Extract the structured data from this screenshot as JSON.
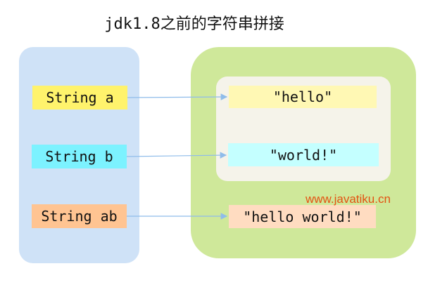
{
  "title": "jdk1.8之前的字符串拼接",
  "variables": [
    {
      "label": "String a"
    },
    {
      "label": "String b"
    },
    {
      "label": "String ab"
    }
  ],
  "values": [
    {
      "label": "\"hello\""
    },
    {
      "label": "\"world!\""
    },
    {
      "label": "\"hello world!\""
    }
  ],
  "watermark": "www.javatiku.cn",
  "colors": {
    "stack_panel": "#cfe2f7",
    "heap_panel": "#cfe89a",
    "string_pool": "#f5f3ea",
    "arrow": "#8fbcea",
    "var_a": "#fff36c",
    "var_b": "#7cf2ff",
    "var_ab": "#ffc492",
    "watermark": "#e35312"
  }
}
